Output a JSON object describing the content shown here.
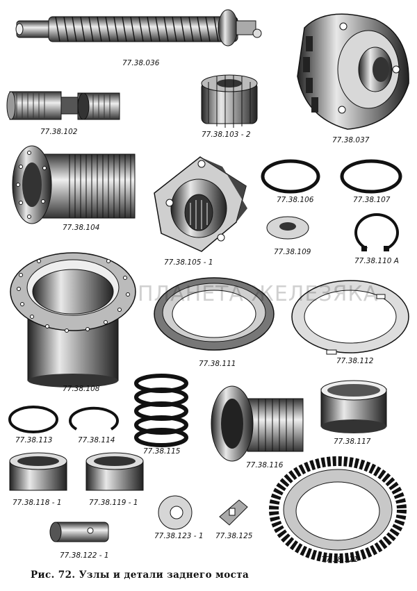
{
  "caption": "Рис. 72. Узлы и детали заднего моста",
  "watermark": "ПЛАНЕТА ЖЕЛЕЗЯКА",
  "parts": [
    {
      "id": "77.38.036"
    },
    {
      "id": "77.38.102"
    },
    {
      "id": "77.38.103 - 2"
    },
    {
      "id": "77.38.037"
    },
    {
      "id": "77.38.104"
    },
    {
      "id": "77.38.105 - 1"
    },
    {
      "id": "77.38.106"
    },
    {
      "id": "77.38.107"
    },
    {
      "id": "77.38.109"
    },
    {
      "id": "77.38.110 A"
    },
    {
      "id": "77.38.108"
    },
    {
      "id": "77.38.111"
    },
    {
      "id": "77.38.112"
    },
    {
      "id": "77.38.113"
    },
    {
      "id": "77.38.114"
    },
    {
      "id": "77.38.115"
    },
    {
      "id": "77.38.116"
    },
    {
      "id": "77.38.117"
    },
    {
      "id": "77.38.118 - 1"
    },
    {
      "id": "77.38.119 - 1"
    },
    {
      "id": "77.38.123 - 1"
    },
    {
      "id": "77.38.125"
    },
    {
      "id": "77.38.122 - 1"
    },
    {
      "id": "77.38.121"
    }
  ]
}
